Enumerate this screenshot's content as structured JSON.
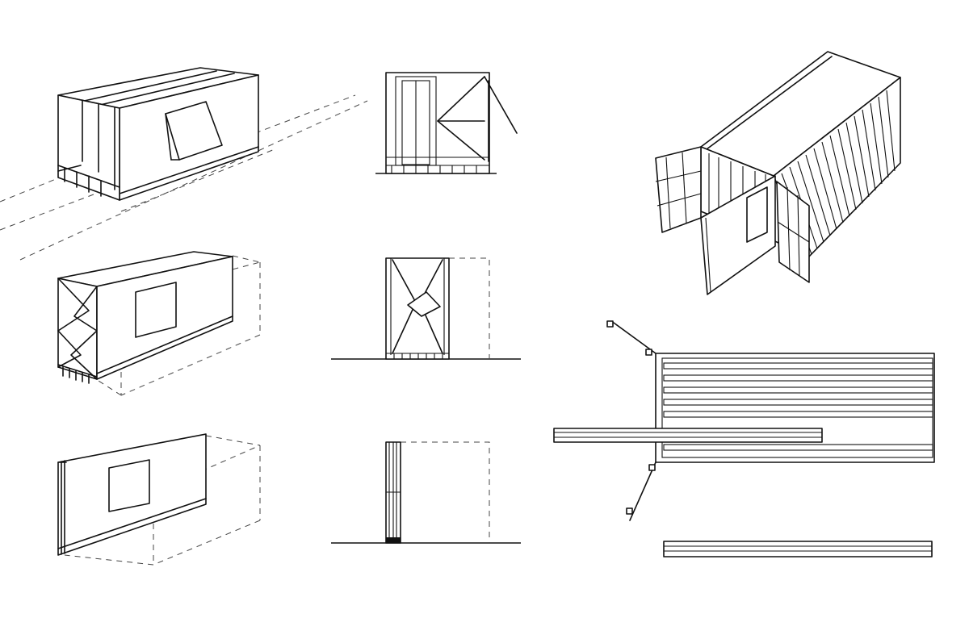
{
  "figure": {
    "background": "#ffffff",
    "line_color": "#111111",
    "panels": [
      "container-perspective-open",
      "container-elevation-open",
      "container-perspective-folding",
      "container-elevation-folding",
      "container-perspective-folded",
      "container-elevation-folded",
      "shipping-container-perspective",
      "shipping-container-plan",
      "folded-wall-plan"
    ]
  }
}
